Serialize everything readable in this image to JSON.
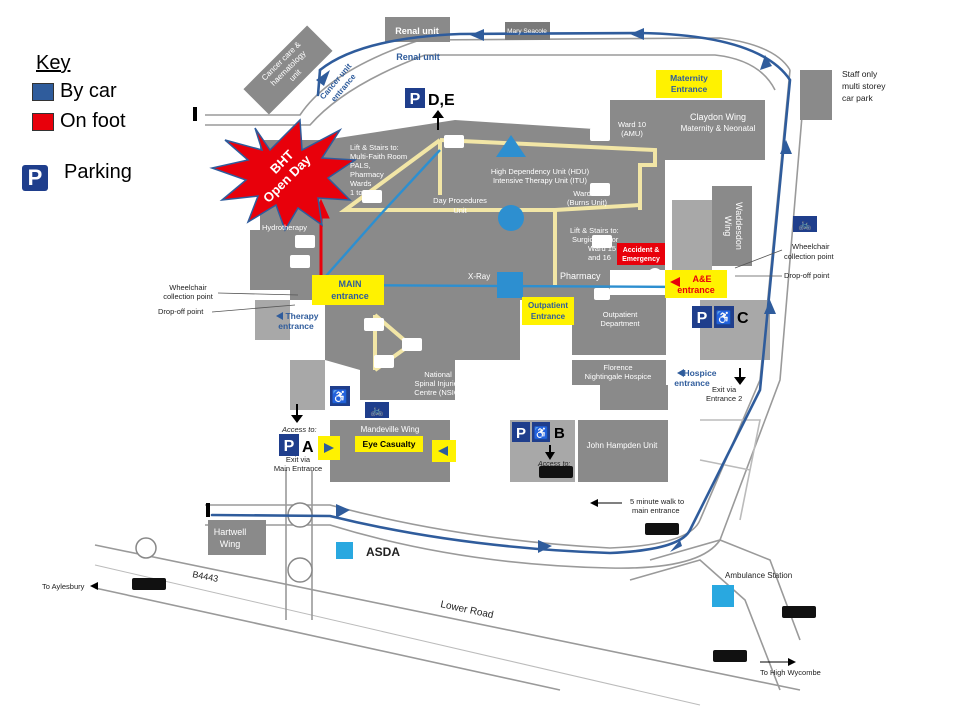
{
  "key": {
    "title": "Key",
    "by_car": "By car",
    "on_foot": "On foot",
    "parking": "Parking",
    "parking_icon": "P",
    "colors": {
      "car": "#2f5c9c",
      "foot": "#e8000b",
      "parking": "#1f3e8c"
    }
  },
  "badge": {
    "line1": "BHT",
    "line2": "Open Day"
  },
  "buildings": {
    "renal": "Renal unit",
    "renal_sub": "Renal unit",
    "mary_seacole": "Mary Seacole",
    "cancer_care": [
      "Cancer care &",
      "haematology",
      "unit"
    ],
    "cancer_entrance": [
      "Cancer unit",
      "entrance"
    ],
    "staff_car_park": [
      "Staff only",
      "multi storey",
      "car park"
    ],
    "claydon": [
      "Claydon Wing",
      "Maternity & Neonatal"
    ],
    "ward10": [
      "Ward 10",
      "(AMU)"
    ],
    "lift_left": [
      "Lift & Stairs to:",
      "Multi-Faith Room",
      "PALS,",
      "Pharmacy",
      "Wards",
      "1 to 9"
    ],
    "hdu": [
      "High Dependency Unit (HDU)",
      "Intensive Therapy Unit (ITU)"
    ],
    "ward11": [
      "Ward 11",
      "(Burns Unit)"
    ],
    "day_procedures": [
      "Day Procedures",
      "Unit"
    ],
    "lift_right": [
      "Lift & Stairs to:",
      "Surgical Floor",
      "Ward 15",
      "and 16"
    ],
    "hydrotherapy": "Hydrotherapy",
    "waddesdon": [
      "Waddesdon",
      "Wing"
    ],
    "xray": "X-Ray",
    "pharmacy": "Pharmacy",
    "outpatient_dept": [
      "Outpatient",
      "Department"
    ],
    "nsic": [
      "National",
      "Spinal Injuries",
      "Centre (NSIC)"
    ],
    "florence": [
      "Florence",
      "Nightingale Hospice"
    ],
    "mandeville": "Mandeville Wing",
    "john_hampden": "John Hampden Unit",
    "hartwell": [
      "Hartwell",
      "Wing"
    ],
    "asda": "ASDA",
    "ambulance_station": "Ambulance Station"
  },
  "entrances": {
    "maternity": [
      "Maternity",
      "Entrance"
    ],
    "main": [
      "MAIN",
      "entrance"
    ],
    "outpatient": [
      "Outpatient",
      "Entrance"
    ],
    "ae": [
      "A&E",
      "entrance"
    ],
    "accident": [
      "Accident &",
      "Emergency"
    ],
    "therapy": [
      "Therapy",
      "entrance"
    ],
    "hospice": [
      "Hospice",
      "entrance"
    ],
    "eye_casualty": "Eye Casualty"
  },
  "parking": {
    "de_letters": "D,E",
    "c_letter": "C",
    "a_letter": "A",
    "b_letter": "B"
  },
  "labels": {
    "wheelchair_left": [
      "Wheelchair",
      "collection point"
    ],
    "dropoff_left": "Drop-off point",
    "wheelchair_right": [
      "Wheelchair",
      "collection point"
    ],
    "dropoff_right": "Drop-off point",
    "access_to_a": "Access to:",
    "exit_main": [
      "Exit via",
      "Main Entrance"
    ],
    "access_to_b": "Access to:",
    "exit_entrance2": [
      "Exit via",
      "Entrance 2"
    ],
    "walk": [
      "5 minute walk to",
      "main entrance"
    ],
    "aylesbury": "To Aylesbury",
    "high_wycombe": "To High Wycombe",
    "b4443": "B4443",
    "lower_road": "Lower Road"
  }
}
